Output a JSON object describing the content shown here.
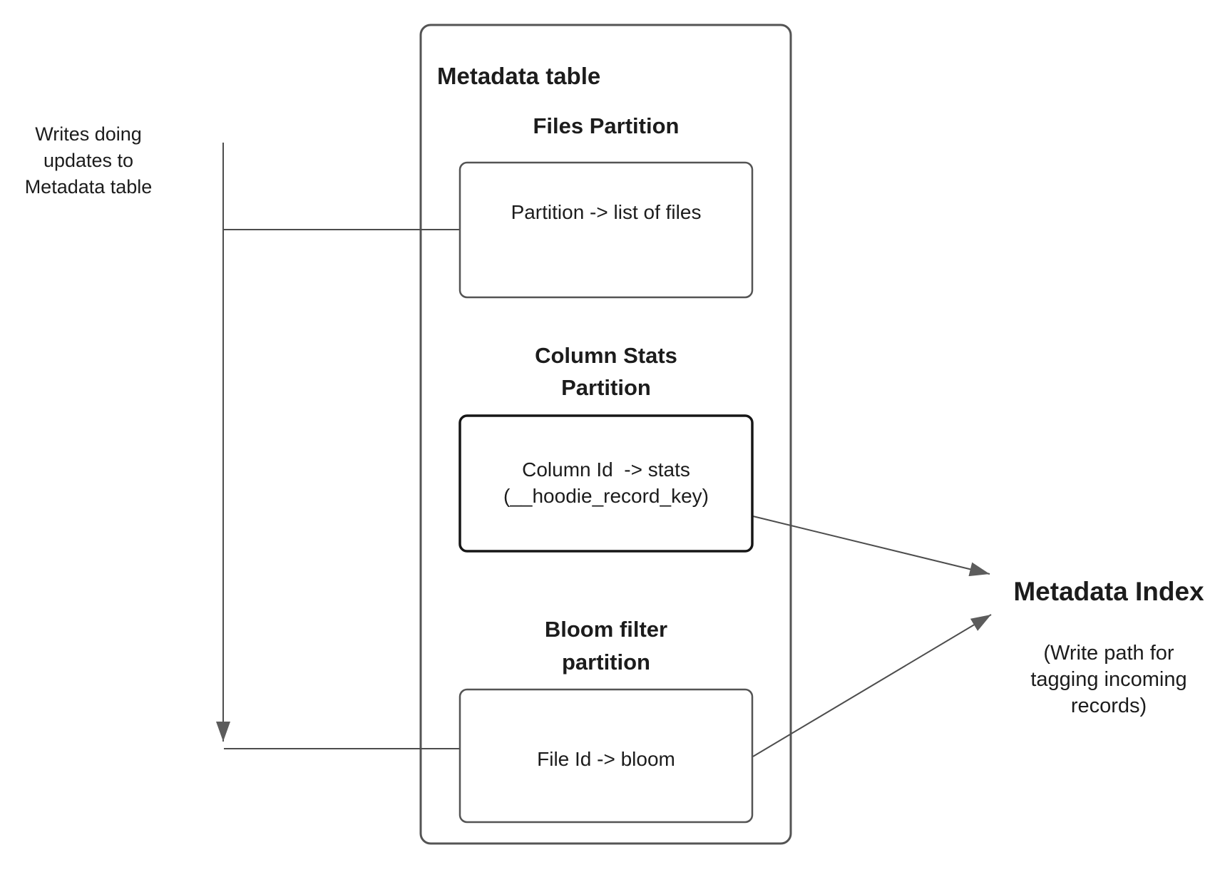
{
  "diagram": {
    "left_note": "Writes doing\nupdates to\nMetadata table",
    "metadata_table": {
      "title": "Metadata table",
      "partitions": [
        {
          "heading": "Files Partition",
          "label": "Partition -> list of files"
        },
        {
          "heading": "Column Stats\nPartition",
          "label": "Column Id  -> stats\n(__hoodie_record_key)"
        },
        {
          "heading": "Bloom filter\npartition",
          "label": "File Id -> bloom"
        }
      ]
    },
    "metadata_index": {
      "title": "Metadata Index",
      "subtitle": "(Write path for\ntagging incoming\nrecords)"
    }
  },
  "colors": {
    "line": "#4d4d4d",
    "box_border": "#545454",
    "emphasis_border": "#161616",
    "arrow_fill": "#5c5c5c",
    "text": "#1c1c1c",
    "background": "#ffffff"
  }
}
